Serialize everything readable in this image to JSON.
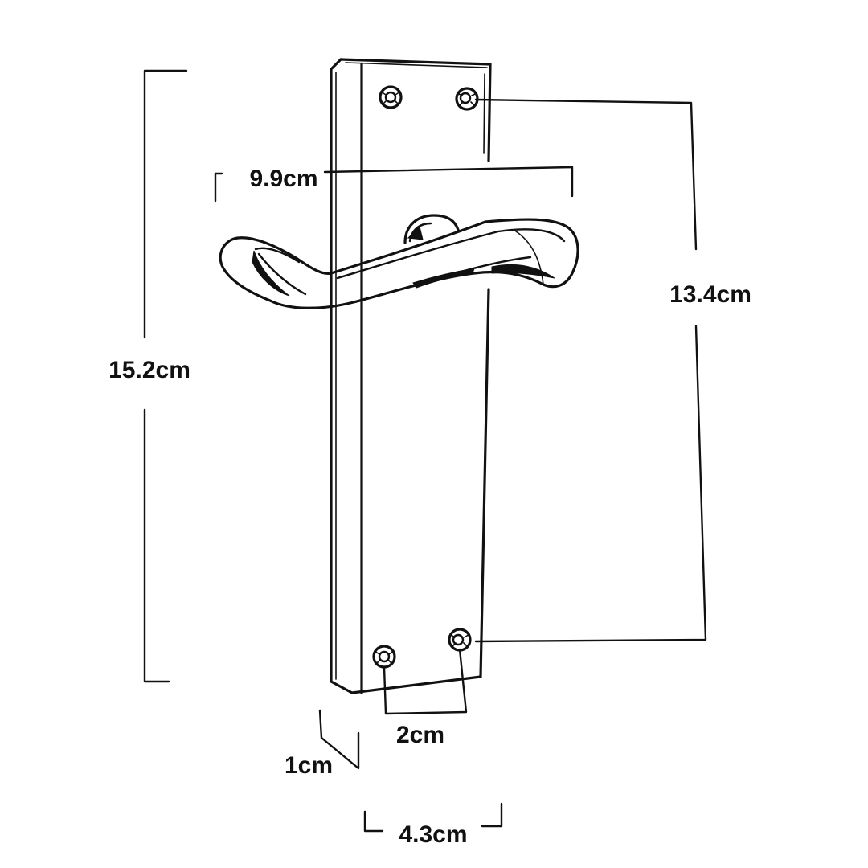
{
  "dimensions": {
    "overall_height": "15.2cm",
    "handle_length": "9.9cm",
    "screw_centres_vertical": "13.4cm",
    "screw_centres_horizontal": "2cm",
    "plate_depth": "1cm",
    "plate_width": "4.3cm"
  },
  "colors": {
    "ink": "#111111",
    "background": "#ffffff"
  }
}
